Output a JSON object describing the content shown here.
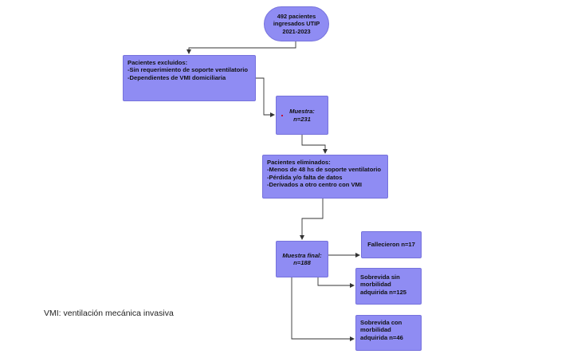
{
  "colors": {
    "node_fill": "#8f8cf3",
    "node_border": "#7672dc",
    "connector": "#333333",
    "marker": "#c0143c"
  },
  "nodes": {
    "start": [
      "492 pacientes",
      "ingresados UTIP",
      "2021-2023"
    ],
    "excluded": {
      "title": "Pacientes excluidos:",
      "items": [
        "-Sin requerimiento de soporte ventilatorio",
        "-Dependientes de VMI  domiciliaria"
      ]
    },
    "muestra": {
      "label": "Muestra:",
      "value": "n=231"
    },
    "eliminated": {
      "title": "Pacientes eliminados:",
      "items": [
        "-Menos de 48 hs de soporte ventilatorio",
        "-Pérdida y/o falta de datos",
        "-Derivados a otro centro con VMI"
      ]
    },
    "final": {
      "label": "Muestra final:",
      "value": "n=188"
    },
    "outcomes": {
      "fallecieron": "Fallecieron n=17",
      "sobrevida_sin": [
        "Sobrevida sin",
        "morbilidad",
        "adquirida n=125"
      ],
      "sobrevida_con": [
        "Sobrevida con",
        "morbilidad",
        "adquirida n=46"
      ]
    }
  },
  "footnote": "VMI: ventilación mecánica invasiva"
}
